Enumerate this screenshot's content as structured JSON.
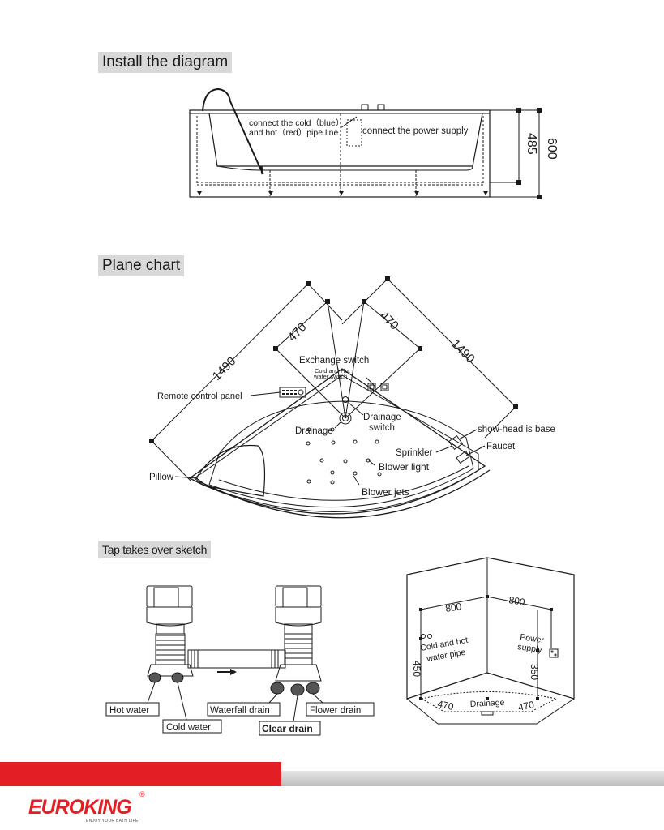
{
  "sections": {
    "install": {
      "title": "Install the diagram",
      "label_pipe": "connect the cold（blue）",
      "label_pipe2": "and hot（red）pipe line",
      "label_power": "connect the power supply",
      "dim_485": "485",
      "dim_600": "600"
    },
    "plane": {
      "title": "Plane chart",
      "dim_1490_left": "1490",
      "dim_470_left": "470",
      "dim_470_right": "470",
      "dim_1490_right": "1490",
      "exchange_switch": "Exchange switch",
      "cold_hot_1": "Cold and Hot",
      "cold_hot_2": "water switch",
      "remote_panel": "Remote control panel",
      "drainage": "Drainage",
      "drainage_switch_1": "Drainage",
      "drainage_switch_2": "switch",
      "show_head": "show-head is base",
      "sprinkler": "Sprinkler",
      "faucet": "Faucet",
      "blower_light": "Blower light",
      "blower_jets": "Blower jets",
      "pillow": "Pillow"
    },
    "tap": {
      "title": "Tap takes over sketch",
      "hot_water": "Hot water",
      "cold_water": "Cold water",
      "waterfall_drain": "Waterfall drain",
      "flower_drain": "Flower drain",
      "clear_drain": "Clear drain"
    },
    "room": {
      "dim_800_left": "800",
      "dim_800_right": "800",
      "cold_hot_1": "Cold and hot",
      "cold_hot_2": "water pipe",
      "power_1": "Power",
      "power_2": "supply",
      "dim_450": "450",
      "dim_350": "350",
      "dim_470_left": "470",
      "dim_470_right": "470",
      "drainage": "Drainage"
    }
  },
  "brand": {
    "logo": "EUROKING",
    "registered": "®",
    "tagline": "ENJOY YOUR BATH LIFE",
    "accent_color": "#e31e24"
  }
}
